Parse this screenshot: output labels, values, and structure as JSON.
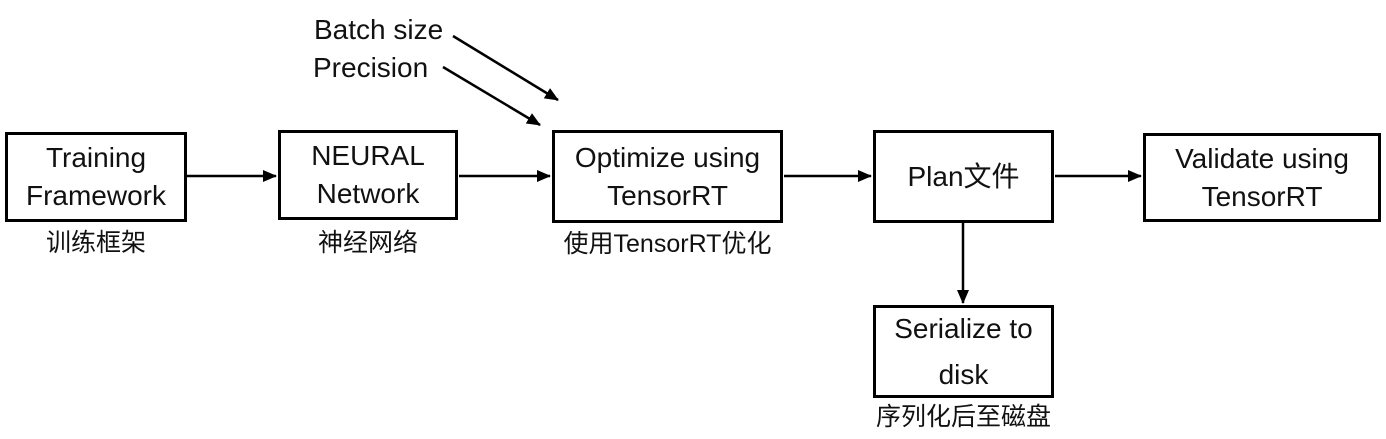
{
  "diagram": {
    "background_color": "#ffffff",
    "stroke_color": "#000000",
    "text_color": "#111111",
    "annotations": {
      "batch_size": "Batch size",
      "precision": "Precision"
    },
    "nodes": [
      {
        "name": "training-framework",
        "line1": "Training",
        "line2": "Framework",
        "sublabel": "训练框架"
      },
      {
        "name": "neural-network",
        "line1": "NEURAL",
        "line2": "Network",
        "sublabel": "神经网络"
      },
      {
        "name": "optimize-using-tensorrt",
        "line1": "Optimize using",
        "line2": "TensorRT",
        "sublabel": "使用TensorRT优化"
      },
      {
        "name": "plan-file",
        "line1": "Plan文件"
      },
      {
        "name": "validate-using-tensorrt",
        "line1": "Validate using",
        "line2": "TensorRT"
      },
      {
        "name": "serialize-to-disk",
        "line1": "Serialize to",
        "line2": "disk",
        "sublabel": "序列化后至磁盘"
      }
    ]
  }
}
